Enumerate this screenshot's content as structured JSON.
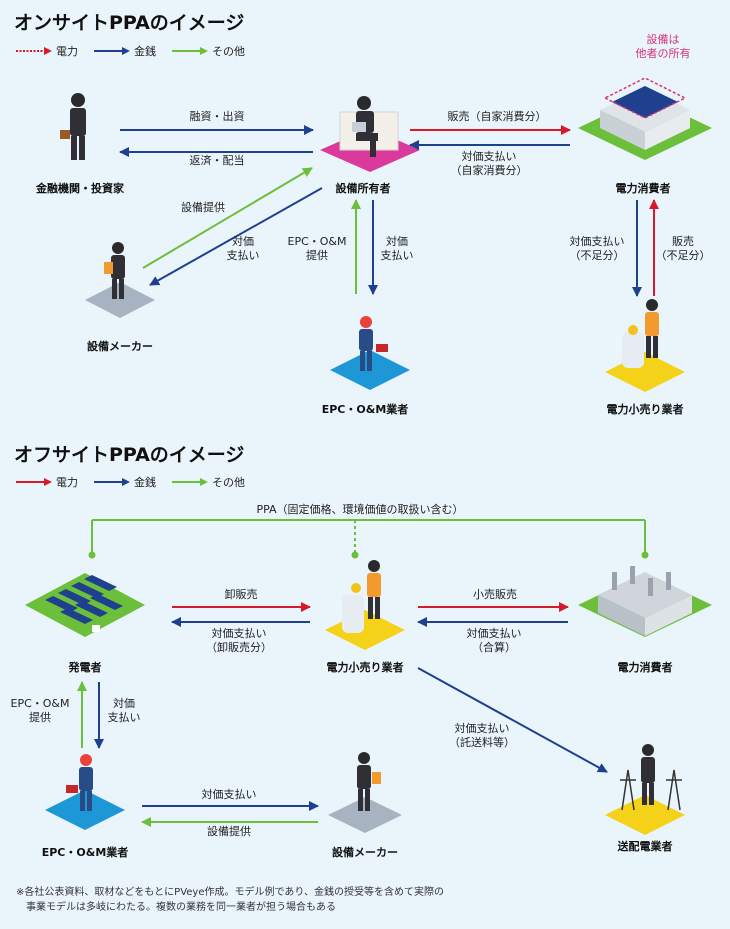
{
  "legend": {
    "power": "電力",
    "money": "金銭",
    "other": "その他"
  },
  "colors": {
    "power": "#d7192c",
    "money": "#1f3f8f",
    "other": "#6cbf3a",
    "tile_magenta": "#d93a9c",
    "tile_yellow": "#f4d21a",
    "tile_blue": "#1e97d6",
    "tile_gray": "#a8b3c2",
    "tile_green": "#6cbf3a"
  },
  "onsite": {
    "title": "オンサイトPPAのイメージ",
    "nodes": {
      "finance": "金融機関・投資家",
      "owner": "設備所有者",
      "consumer": "電力消費者",
      "maker": "設備メーカー",
      "epc": "EPC・O&M業者",
      "retailer": "電力小売り業者"
    },
    "callout": "設備は\n他者の所有",
    "edges": {
      "finance_invest": "融資・出資",
      "finance_repay": "返済・配当",
      "sale_self": "販売（自家消費分）",
      "pay_self": "対価支払い\n（自家消費分）",
      "maker_supply": "設備提供",
      "maker_pay": "対価\n支払い",
      "epc_provide": "EPC・O&M\n提供",
      "epc_pay": "対価\n支払い",
      "shortfall_pay": "対価支払い\n（不足分）",
      "shortfall_sale": "販売\n（不足分）"
    }
  },
  "offsite": {
    "title": "オフサイトPPAのイメージ",
    "nodes": {
      "generator": "発電者",
      "retailer": "電力小売り業者",
      "consumer": "電力消費者",
      "epc": "EPC・O&M業者",
      "maker": "設備メーカー",
      "transmission": "送配電業者"
    },
    "edges": {
      "ppa": "PPA（固定価格、環境価値の取扱い含む）",
      "wholesale": "卸販売",
      "wholesale_pay": "対価支払い\n（卸販売分）",
      "retail": "小売販売",
      "retail_pay": "対価支払い\n（合算）",
      "epc_provide": "EPC・O&M\n提供",
      "epc_pay": "対価\n支払い",
      "maker_pay": "対価支払い",
      "maker_supply": "設備提供",
      "wheeling_pay": "対価支払い\n（託送料等）"
    }
  },
  "footnote": "※各社公表資料、取材などをもとにPVeye作成。モデル例であり、金銭の授受等を含めて実際の\n　事業モデルは多岐にわたる。複数の業務を同一業者が担う場合もある"
}
